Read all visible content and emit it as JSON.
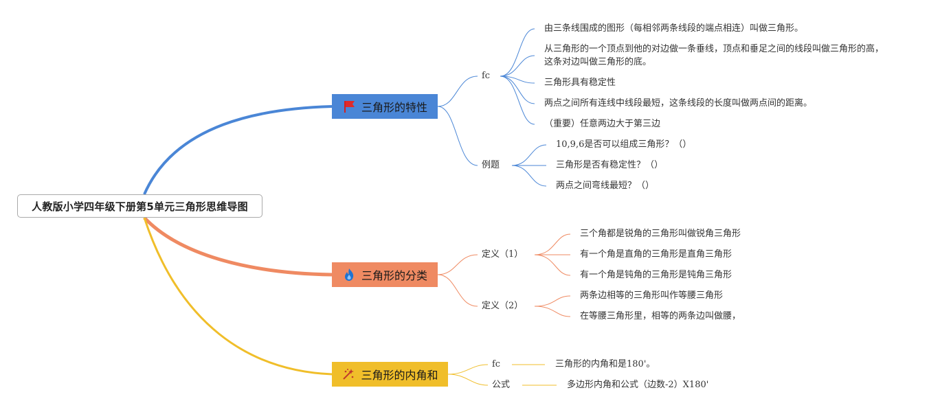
{
  "root": {
    "title": "人教版小学四年级下册第5单元三角形思维导图"
  },
  "branches": [
    {
      "title": "三角形的特性",
      "icon": "red-flag-icon",
      "color": "#4a86d6",
      "groups": [
        {
          "label": "fc",
          "items": [
            "由三条线围成的图形（每相邻两条线段的端点相连）叫做三角形。",
            "从三角形的一个顶点到他的对边做一条垂线，顶点和垂足之间的线段叫做三角形的高，这条对边叫做三角形的底。",
            "三角形具有稳定性",
            "两点之间所有连线中线段最短，这条线段的长度叫做两点间的距离。",
            "（重要）任意两边大于第三边"
          ]
        },
        {
          "label": "例题",
          "items": [
            "10,9,6是否可以组成三角形？（）",
            "三角形是否有稳定性？（）",
            "两点之间弯线最短？（）"
          ]
        }
      ]
    },
    {
      "title": "三角形的分类",
      "icon": "fire-icon",
      "color": "#ef8a62",
      "groups": [
        {
          "label": "定义（1）",
          "items": [
            "三个角都是锐角的三角形叫做锐角三角形",
            "有一个角是直角的三角形是直角三角形",
            "有一个角是钝角的三角形是钝角三角形"
          ]
        },
        {
          "label": "定义（2）",
          "items": [
            "两条边相等的三角形叫作等腰三角形",
            "在等腰三角形里，相等的两条边叫做腰，"
          ]
        }
      ]
    },
    {
      "title": "三角形的内角和",
      "icon": "sparkle-icon",
      "color": "#f0be2a",
      "groups": [
        {
          "label": "fc",
          "items": [
            "三角形的内角和是180'。"
          ]
        },
        {
          "label": "公式",
          "items": [
            "多边形内角和公式（边数-2）X180'"
          ]
        }
      ]
    }
  ]
}
